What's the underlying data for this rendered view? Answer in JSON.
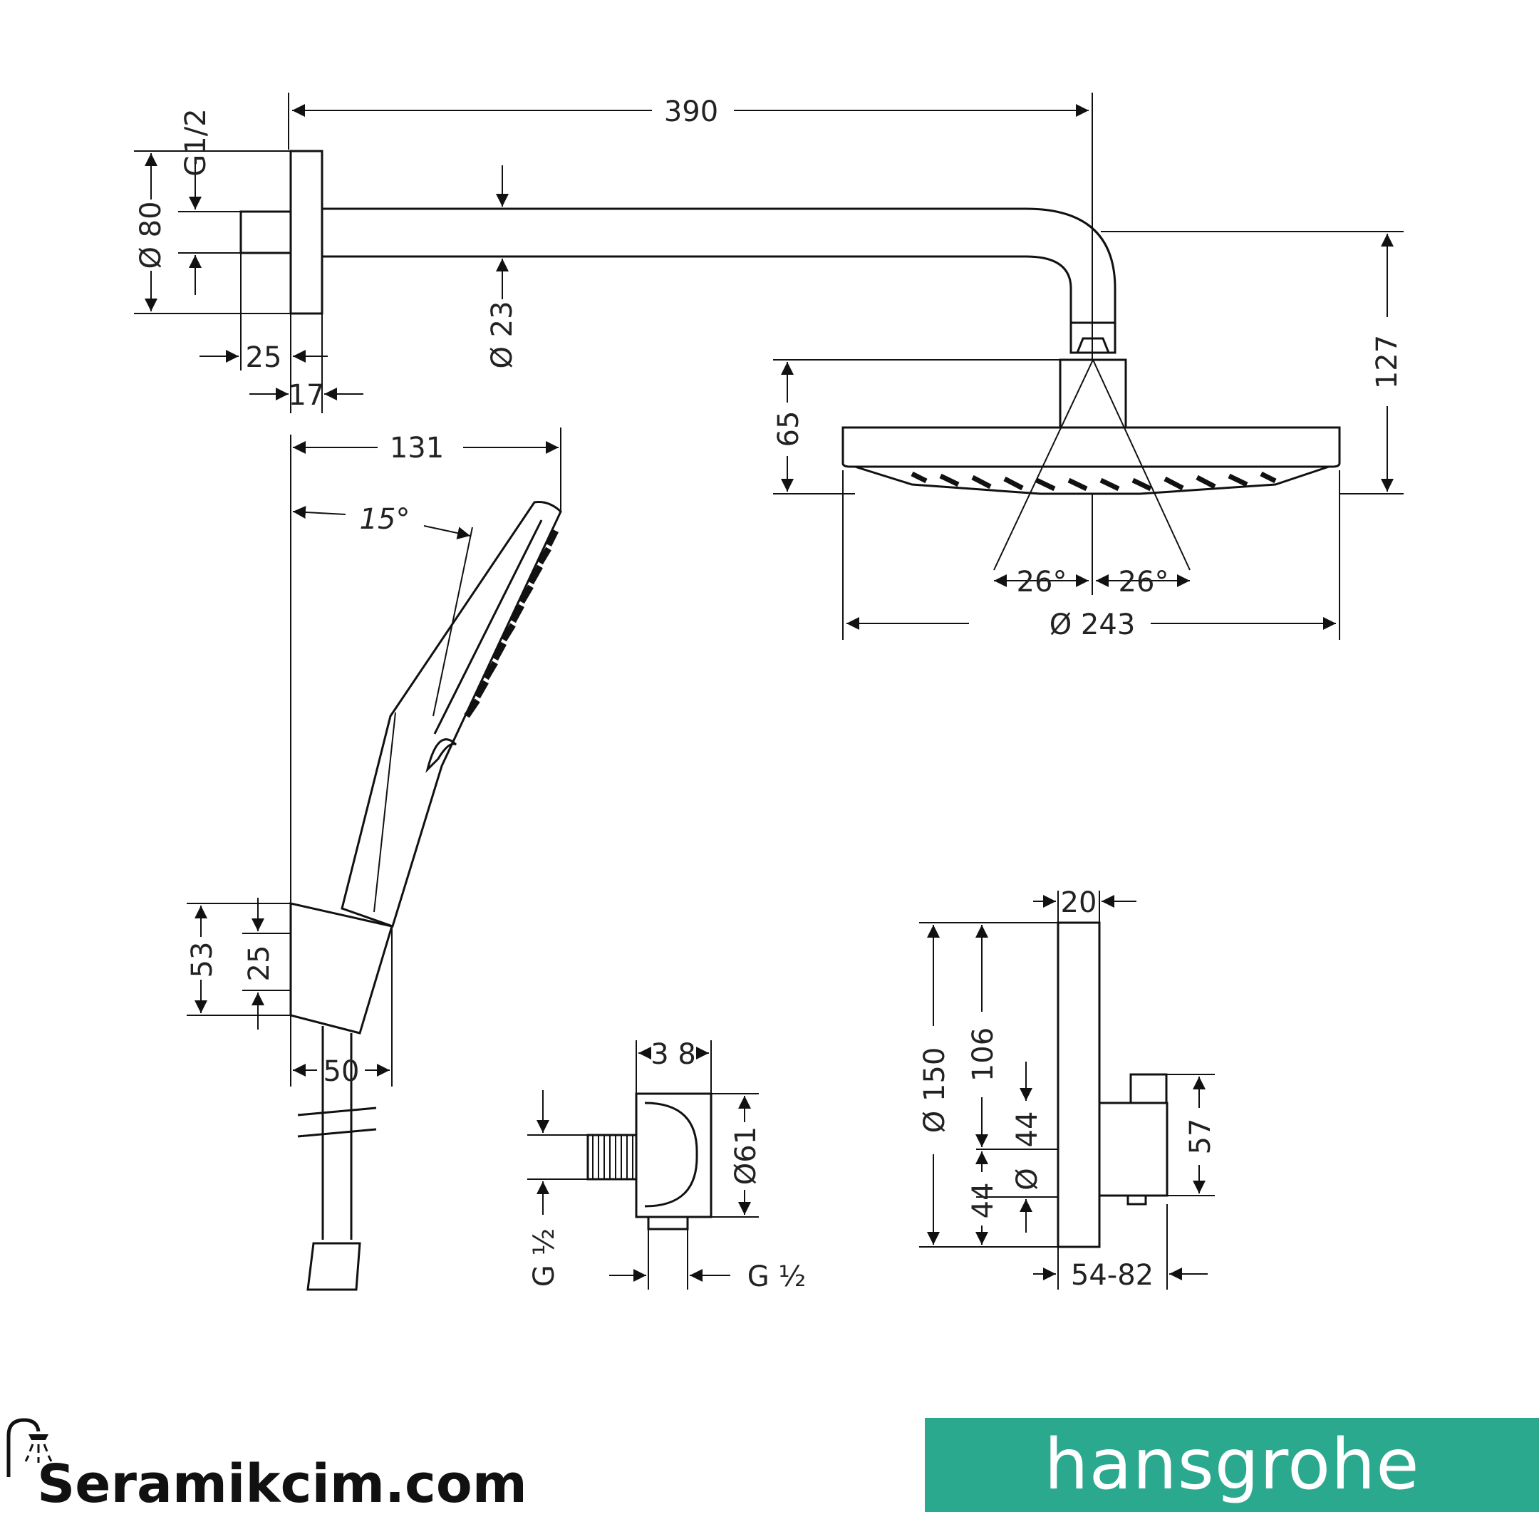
{
  "dimensions": {
    "arm_length": "390",
    "g_half_top": "G1/2",
    "flange_dia": "Ø 80",
    "arm_dia": "Ø 23",
    "d25_top": "25",
    "d17": "17",
    "drop_height": "127",
    "head_height": "65",
    "angle_left": "26°",
    "angle_right": "26°",
    "head_dia": "Ø 243",
    "hand_width": "131",
    "hand_angle": "15°",
    "holder_height": "53",
    "holder_mid": "25",
    "holder_width": "50",
    "outlet_width": "3 8",
    "outlet_dia": "Ø61",
    "g_half_left": "G ½",
    "g_half_bottom": "G ½",
    "plate_width": "20",
    "plate_dia": "Ø 150",
    "plate_106": "106",
    "plate_44_upper": "44",
    "plate_44_lower": "44",
    "plate_dia_sym": "Ø",
    "valve_57": "57",
    "valve_depth": "54-82"
  },
  "branding": {
    "site": "Seramikcim.com",
    "brand": "hansgrohe"
  },
  "colors": {
    "brand_green": "#2aa98f",
    "line": "#111111"
  },
  "icons": [
    "shower-icon"
  ]
}
